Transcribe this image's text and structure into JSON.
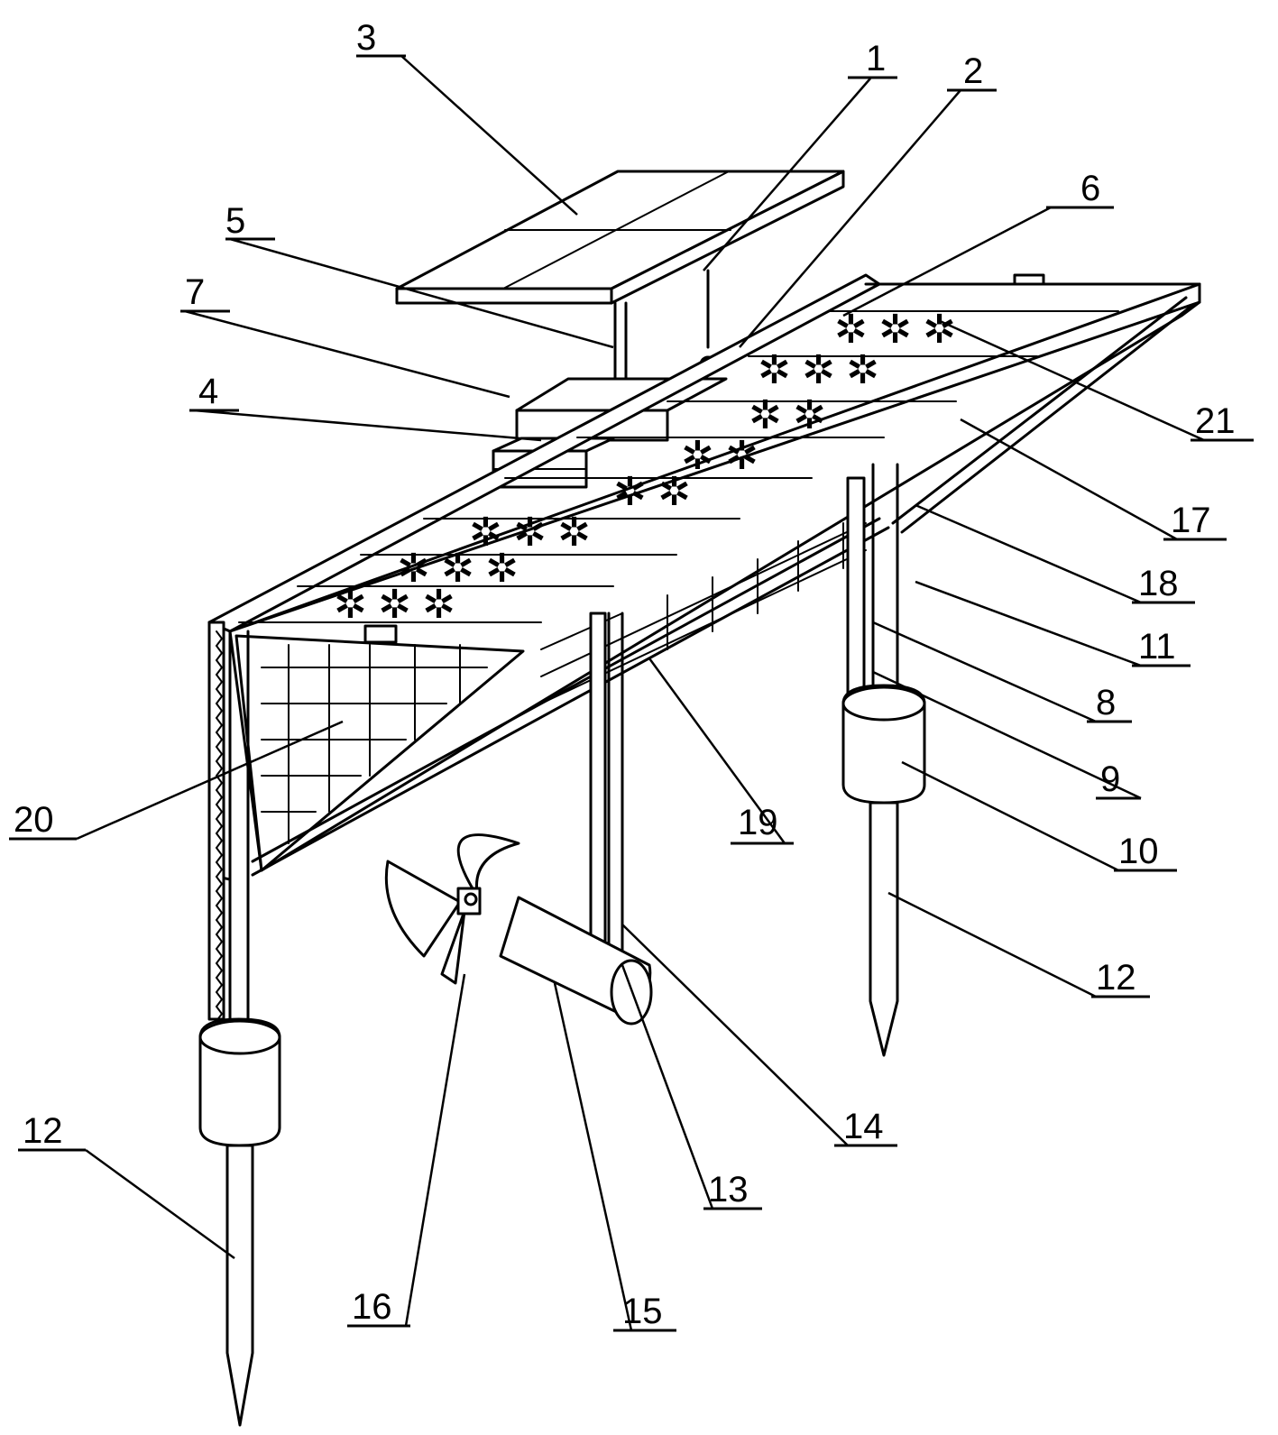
{
  "figure": {
    "labels": [
      {
        "id": "l1",
        "text": "1"
      },
      {
        "id": "l2",
        "text": "2"
      },
      {
        "id": "l3",
        "text": "3"
      },
      {
        "id": "l4",
        "text": "4"
      },
      {
        "id": "l5",
        "text": "5"
      },
      {
        "id": "l6",
        "text": "6"
      },
      {
        "id": "l7",
        "text": "7"
      },
      {
        "id": "l8",
        "text": "8"
      },
      {
        "id": "l9",
        "text": "9"
      },
      {
        "id": "l10",
        "text": "10"
      },
      {
        "id": "l11",
        "text": "11"
      },
      {
        "id": "l12a",
        "text": "12"
      },
      {
        "id": "l12b",
        "text": "12"
      },
      {
        "id": "l13",
        "text": "13"
      },
      {
        "id": "l14",
        "text": "14"
      },
      {
        "id": "l15",
        "text": "15"
      },
      {
        "id": "l16",
        "text": "16"
      },
      {
        "id": "l17",
        "text": "17"
      },
      {
        "id": "l18",
        "text": "18"
      },
      {
        "id": "l19",
        "text": "19"
      },
      {
        "id": "l20",
        "text": "20"
      },
      {
        "id": "l21",
        "text": "21"
      }
    ]
  }
}
